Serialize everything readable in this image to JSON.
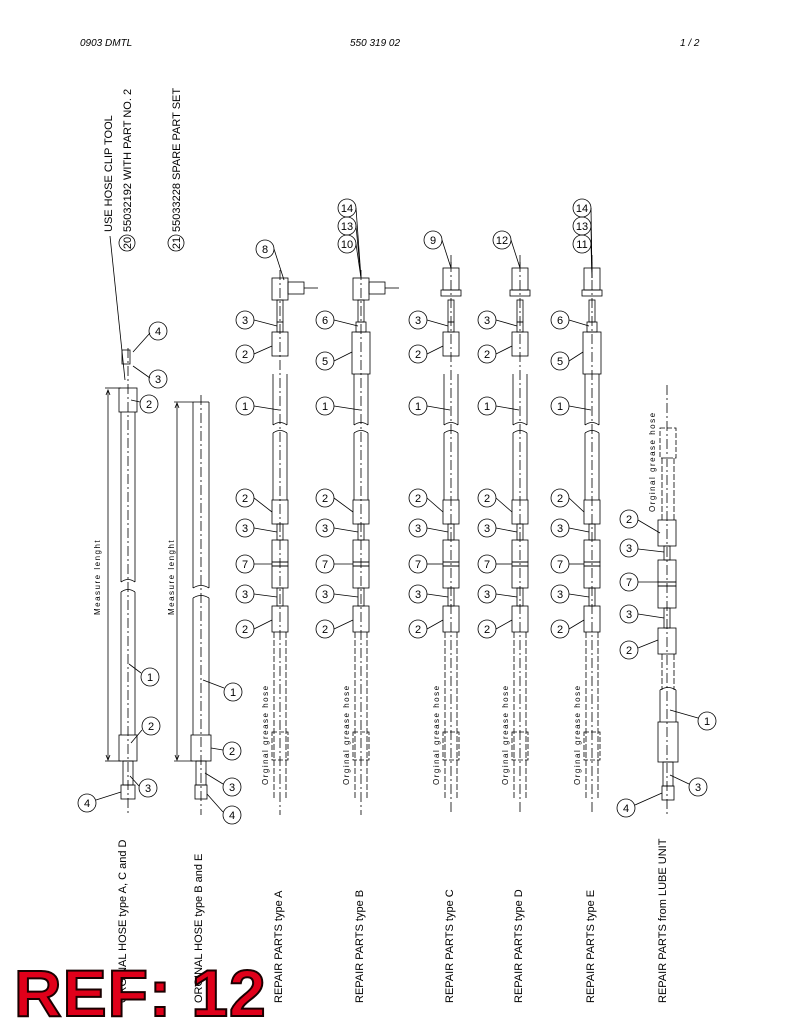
{
  "header": {
    "left": "0903 DMTL",
    "center": "550 319 02",
    "right": "1 /  2"
  },
  "notes": [
    "USE HOSE CLIP TOOL",
    "55032192 WITH PART NO. 2",
    "55033228 SPARE PART SET"
  ],
  "note_numbers": [
    "20",
    "21"
  ],
  "measure_label": "Measure lenght",
  "original_hose_label": "Orginal grease hose",
  "columns": [
    {
      "caption": "ORGINAL HOSE type A, C and D",
      "top_part": "4"
    },
    {
      "caption": "ORGINAL HOSE type B and E"
    },
    {
      "caption": "REPAIR PARTS type A",
      "top_part": "8",
      "upper_side": "3"
    },
    {
      "caption": "REPAIR PARTS type B",
      "top_part": "10",
      "top_part_b": "13",
      "top_part_c": "14",
      "upper_side": "6",
      "upper_side_b": "5"
    },
    {
      "caption": "REPAIR PARTS type C",
      "top_part": "9",
      "upper_side": "3"
    },
    {
      "caption": "REPAIR PARTS type D",
      "top_part": "12",
      "upper_side": "3"
    },
    {
      "caption": "REPAIR PARTS type E",
      "top_part": "11",
      "top_part_b": "13",
      "top_part_c": "14",
      "upper_side": "6",
      "upper_side_b": "5"
    },
    {
      "caption": "REPAIR PARTS from LUBE UNIT"
    }
  ],
  "ref_label": "REF: 12"
}
